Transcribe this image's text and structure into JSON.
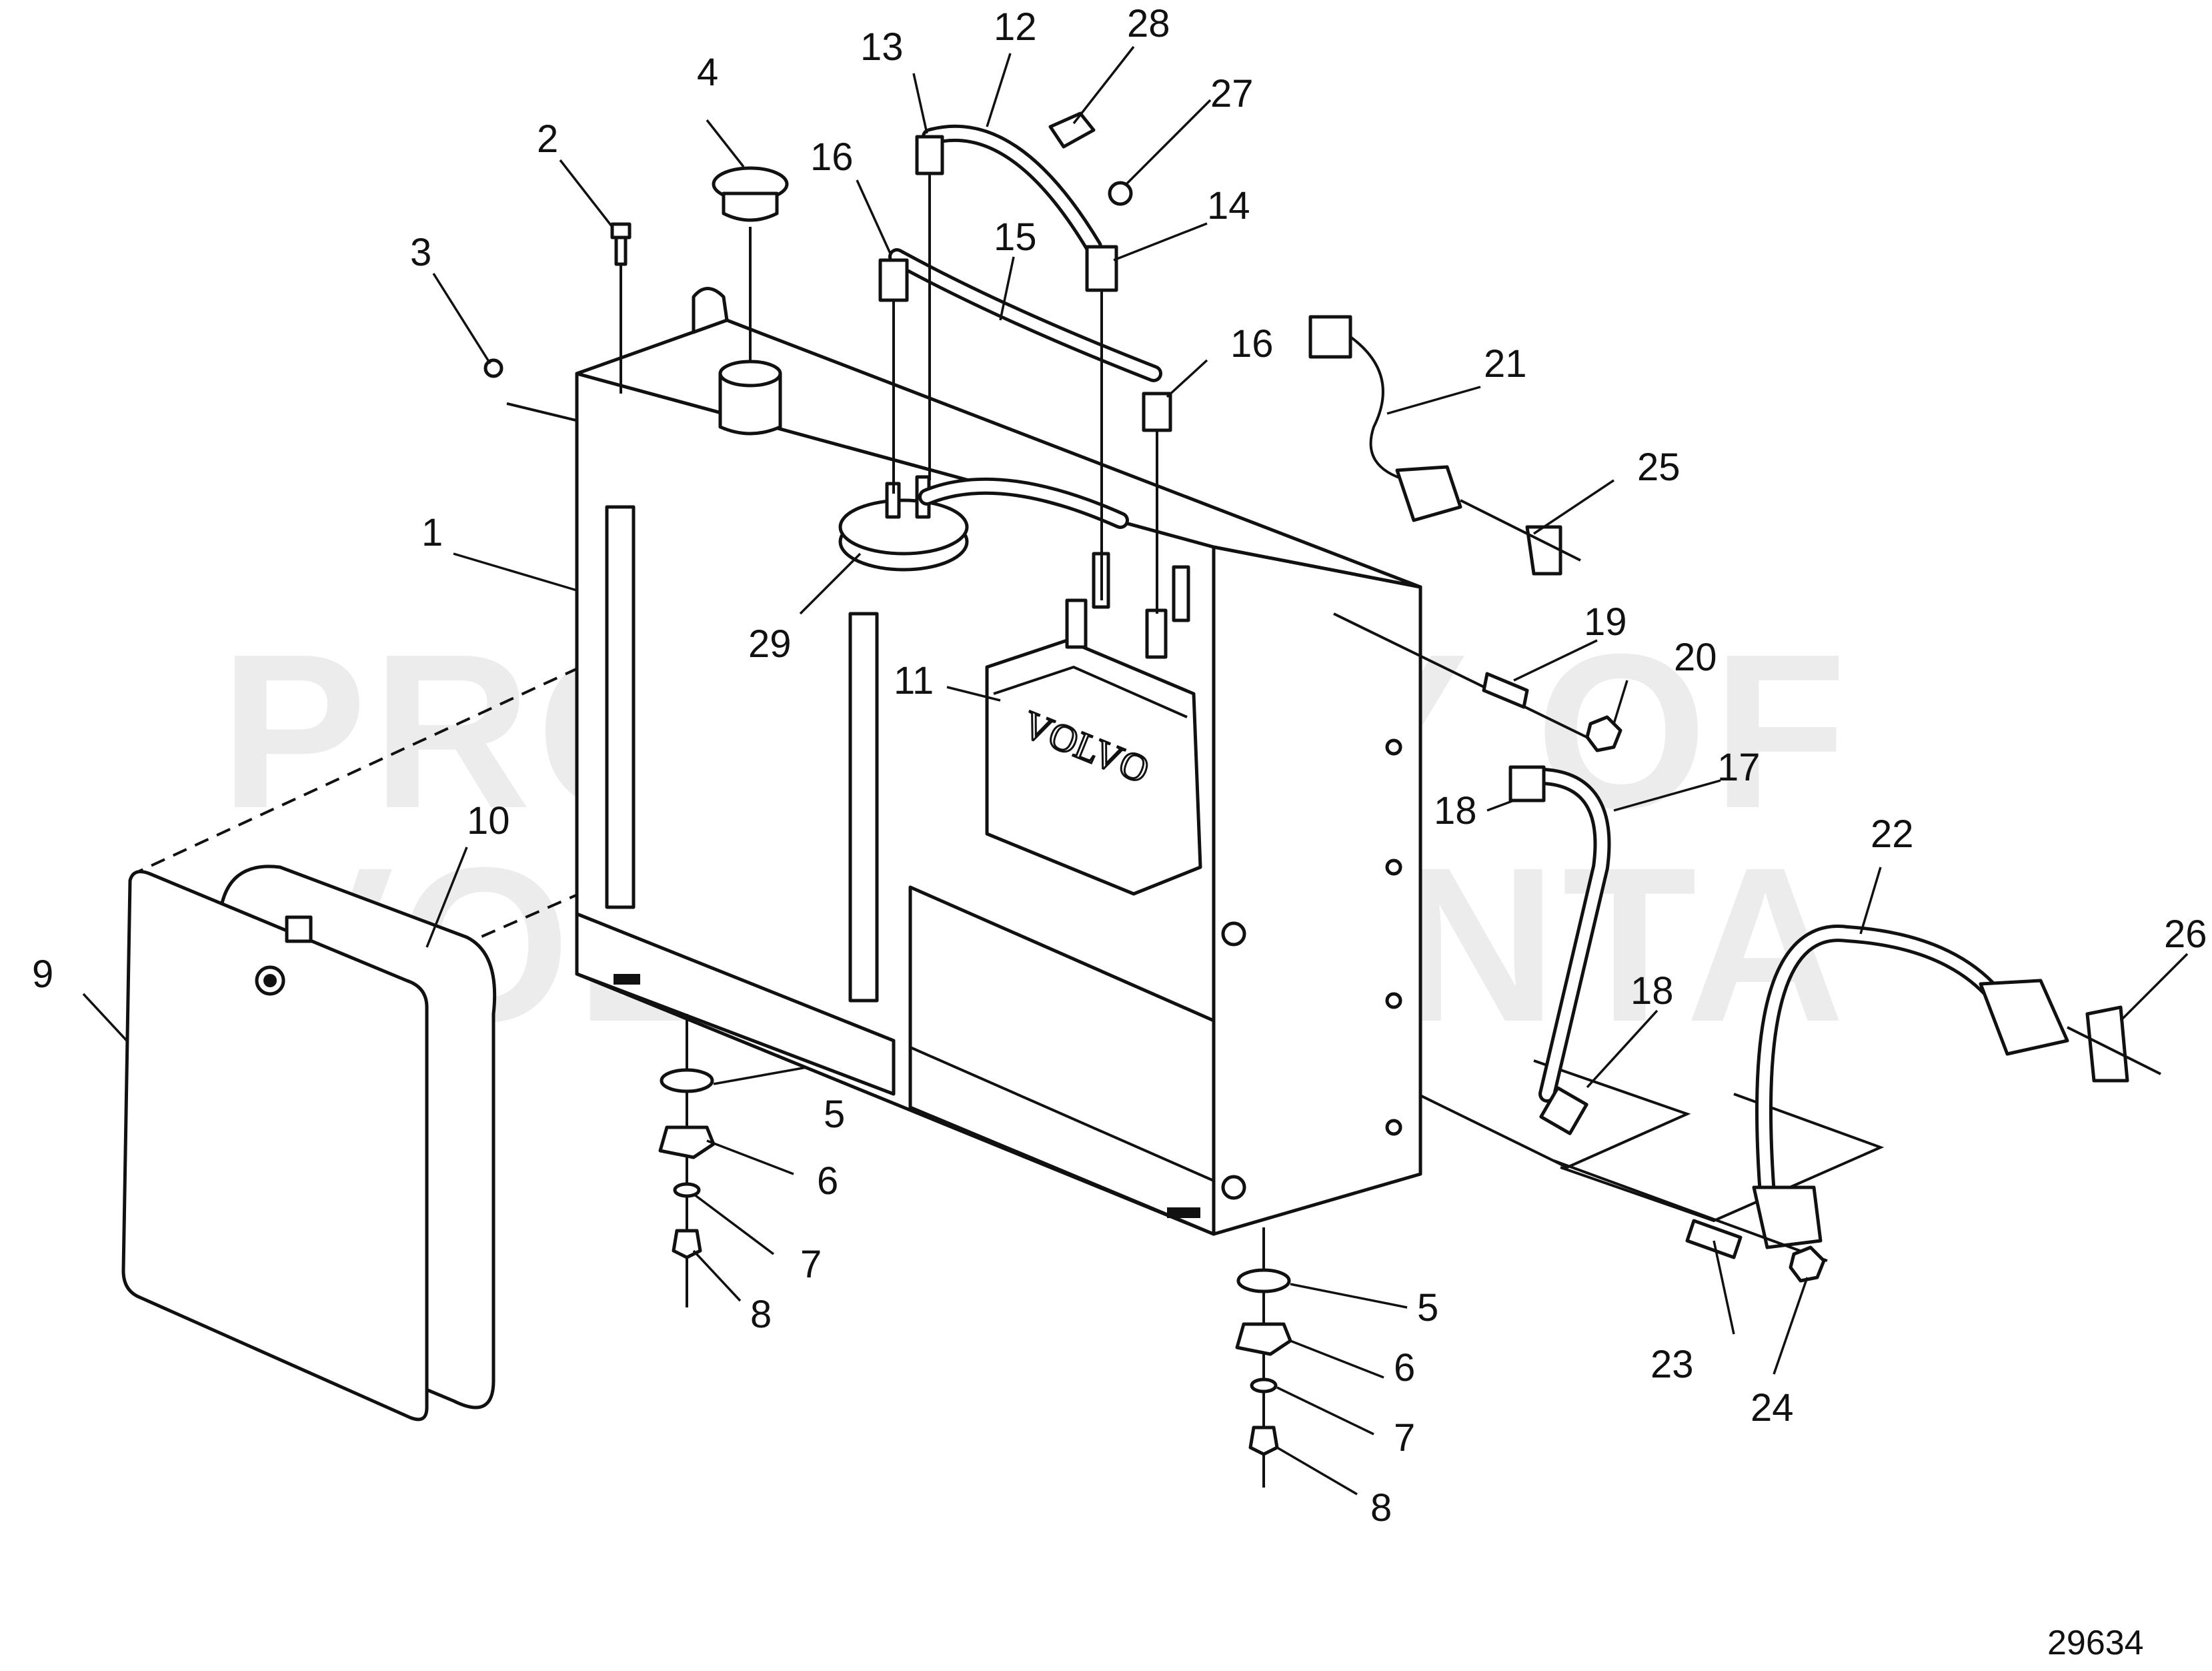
{
  "diagram": {
    "watermark": [
      "PROPERTY OF",
      "VOLVO PENTA"
    ],
    "brand_mark": "VOLVO",
    "reference_number": "29634",
    "callouts": [
      "1",
      "2",
      "3",
      "4",
      "5",
      "5",
      "6",
      "6",
      "7",
      "7",
      "8",
      "8",
      "9",
      "10",
      "11",
      "12",
      "13",
      "14",
      "15",
      "16",
      "16",
      "17",
      "18",
      "18",
      "19",
      "20",
      "21",
      "22",
      "23",
      "24",
      "25",
      "26",
      "27",
      "28",
      "29"
    ]
  }
}
